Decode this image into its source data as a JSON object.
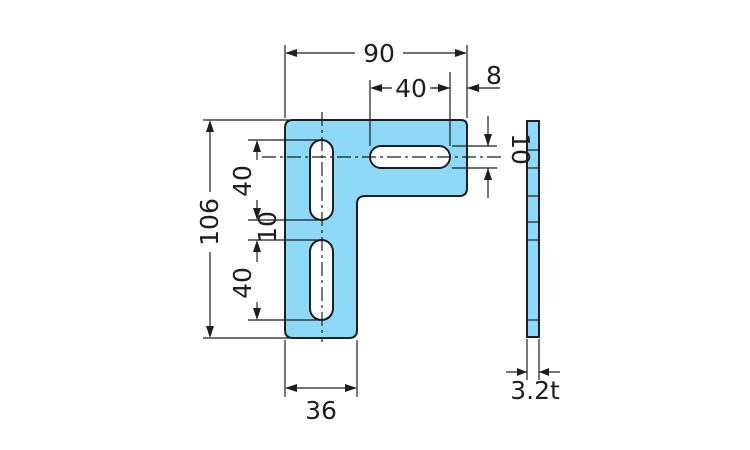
{
  "figure": {
    "description_hidden": false,
    "colors": {
      "part_fill": "#8ed8f8",
      "line": "#1e1e1e",
      "slot_fill": "#ffffff"
    },
    "dimensions": {
      "overall_width": "90",
      "slot_length_top": "40",
      "edge_offset": "8",
      "top_slot_height": "10",
      "overall_height": "106",
      "slot_length_upper": "40",
      "slot_gap": "10",
      "slot_length_lower": "40",
      "leg_width": "36",
      "thickness": "3.2t"
    }
  }
}
